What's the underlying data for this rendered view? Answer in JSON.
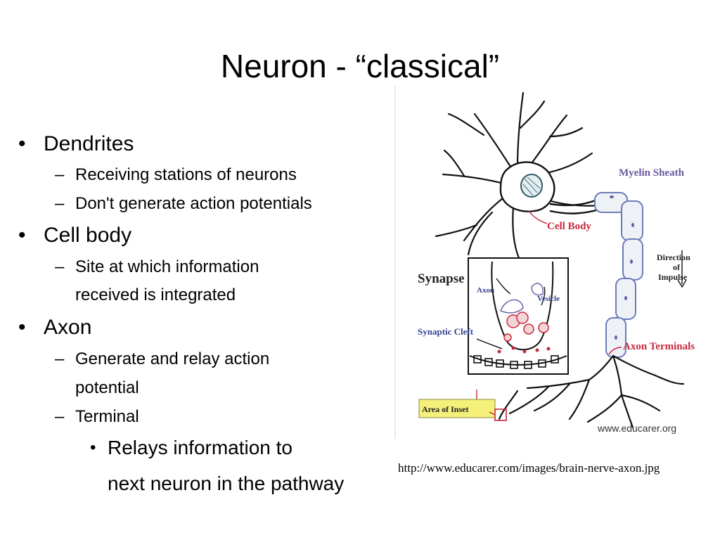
{
  "slide": {
    "title": "Neuron - “classical”",
    "bullets": {
      "dendrites": {
        "label": "Dendrites",
        "subs": [
          "Receiving stations of neurons",
          "Don't generate action potentials"
        ]
      },
      "cell_body": {
        "label": "Cell body",
        "sub_line1": "Site at which information",
        "sub_line2": "received is integrated"
      },
      "axon": {
        "label": "Axon",
        "sub1_line1": "Generate and relay action",
        "sub1_line2": "potential",
        "sub2": "Terminal",
        "sub3_line1": "Relays information to",
        "sub3_line2": "next neuron in the pathway"
      }
    },
    "bullet_glyph": "•",
    "dash_glyph": "–"
  },
  "figure": {
    "labels": {
      "myelin_sheath": "Myelin Sheath",
      "cell_body": "Cell Body",
      "direction_line1": "Direction",
      "direction_line2": "of",
      "direction_line3": "Impulse",
      "synapse": "Synapse",
      "axon": "Axon",
      "vesicle": "Vesicle",
      "synaptic_cleft": "Synaptic Cleft",
      "axon_terminals": "Axon Terminals",
      "area_of_inset": "Area of Inset",
      "watermark": "www.educarer.org"
    },
    "colors": {
      "purple_label": "#6a5a9e",
      "red_label": "#c8283c",
      "blue_label": "#33418f",
      "inset_highlight": "#f5f07a"
    }
  },
  "source_url": "http://www.educarer.com/images/brain-nerve-axon.jpg"
}
